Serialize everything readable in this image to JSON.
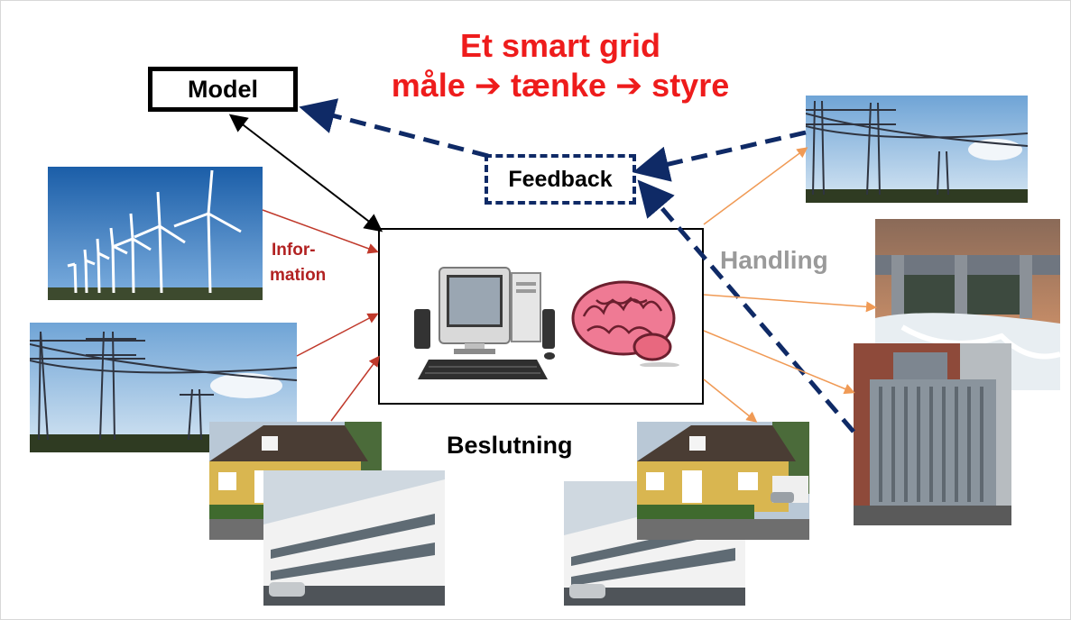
{
  "title": {
    "line1": "Et smart grid",
    "line2": "måle ➔ tænke ➔ styre"
  },
  "labels": {
    "model": "Model",
    "feedback": "Feedback",
    "information_line1": "Infor-",
    "information_line2": "mation",
    "handling": "Handling",
    "beslutning": "Beslutning"
  },
  "colors": {
    "title": "#ee1c1c",
    "information": "#b22222",
    "handling": "#9a9a9a",
    "dashed_arrow": "#0f2a66",
    "orange_arrow": "#f09a55",
    "red_arrow": "#c0392b"
  },
  "pictures": [
    "wind-turbines-photo",
    "power-lines-photo",
    "house-photo",
    "office-building-photo",
    "computer-icon",
    "brain-icon",
    "hydro-dam-photo",
    "transformer-photo"
  ]
}
